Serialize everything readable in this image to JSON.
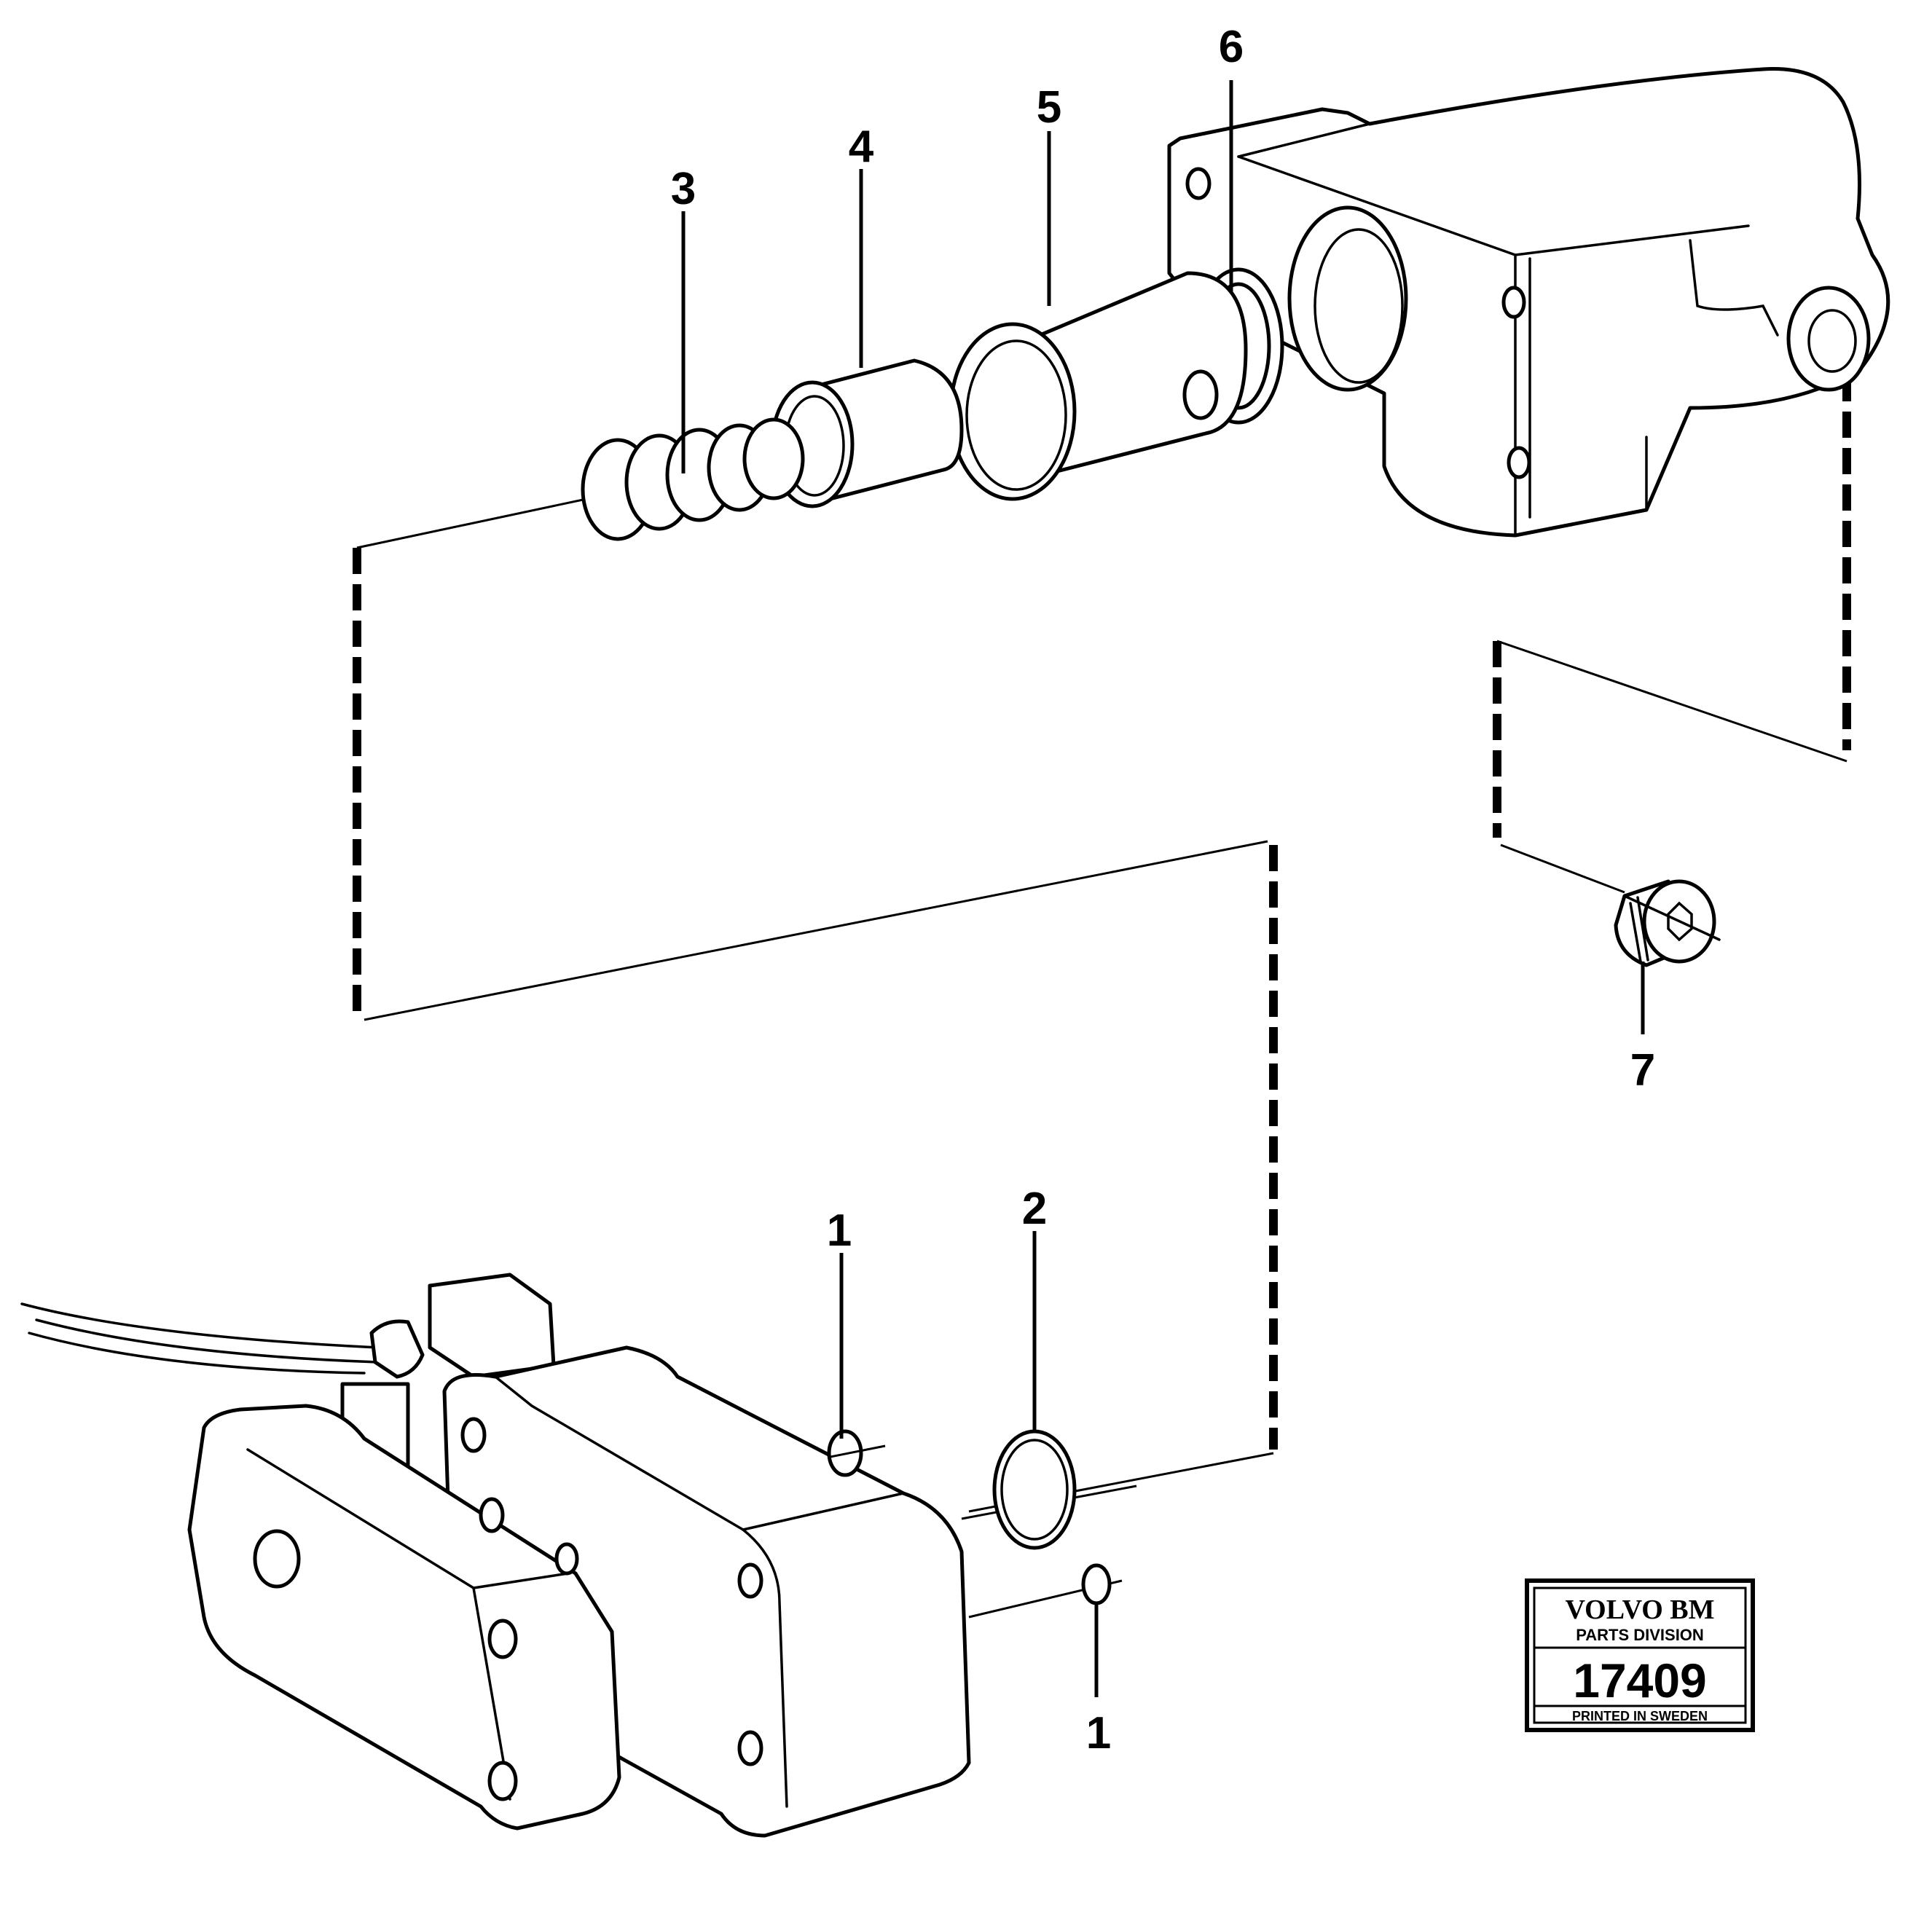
{
  "callouts": {
    "c1a": "1",
    "c1b": "1",
    "c2": "2",
    "c3": "3",
    "c4": "4",
    "c5": "5",
    "c6": "6",
    "c7": "7"
  },
  "badge": {
    "brand": "VOLVO BM",
    "division": "PARTS DIVISION",
    "number": "17409",
    "footer": "PRINTED IN SWEDEN"
  },
  "icons": {
    "parts": [
      "o-ring-icon",
      "o-ring-icon",
      "spring-icon",
      "sleeve-icon",
      "valve-bushing-icon",
      "seal-ring-icon",
      "plug-screw-icon",
      "valve-housing-icon",
      "solenoid-valve-icon"
    ]
  }
}
